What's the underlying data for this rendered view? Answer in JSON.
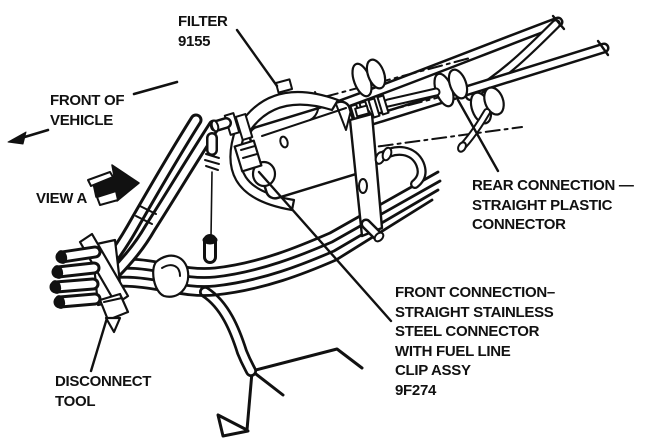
{
  "diagram": {
    "description": "Fuel filter and fuel line assembly service diagram",
    "colors": {
      "ink": "#111111",
      "background": "#ffffff"
    },
    "labels": {
      "filter": {
        "line1": "FILTER",
        "line2": "9155"
      },
      "front_of_vehicle": {
        "line1": "FRONT OF",
        "line2": "VEHICLE"
      },
      "view_a": {
        "text": "VIEW A"
      },
      "rear_connection": {
        "line1": "REAR CONNECTION —",
        "line2": "STRAIGHT PLASTIC",
        "line3": "CONNECTOR"
      },
      "front_connection": {
        "line1": "FRONT CONNECTION–",
        "line2": "STRAIGHT STAINLESS",
        "line3": "STEEL CONNECTOR",
        "line4": "WITH FUEL LINE",
        "line5": "CLIP ASSY",
        "line6": "9F274"
      },
      "disconnect_tool": {
        "line1": "DISCONNECT",
        "line2": "TOOL"
      }
    }
  }
}
